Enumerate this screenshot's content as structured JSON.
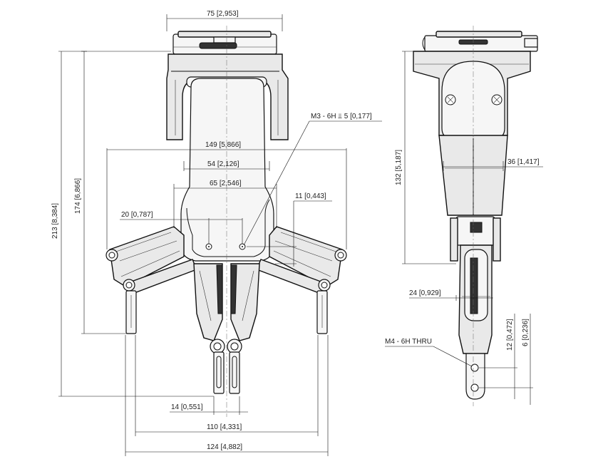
{
  "front_view": {
    "dims": {
      "top_width": "75 [2,953]",
      "overall_height": "213 [8,384]",
      "body_height": "174 [6,866]",
      "span_149": "149 [5,866]",
      "width_54": "54 [2,126]",
      "width_65": "65 [2,546]",
      "offset_20": "20 [0,787]",
      "offset_11": "11 [0,443]",
      "finger_14": "14 [0,551]",
      "finger_110": "110 [4,331]",
      "finger_124": "124 [4,882]"
    },
    "thread_callout": "M3 - 6H ⫫ 5 [0,177]"
  },
  "side_view": {
    "dims": {
      "height_132": "132 [5,187]",
      "width_36": "36 [1,417]",
      "width_24": "24 [0,929]",
      "pitch_12": "12 [0,472]",
      "pitch_6": "6 [0,236]"
    },
    "thread_callout": "M4 - 6H THRU"
  }
}
